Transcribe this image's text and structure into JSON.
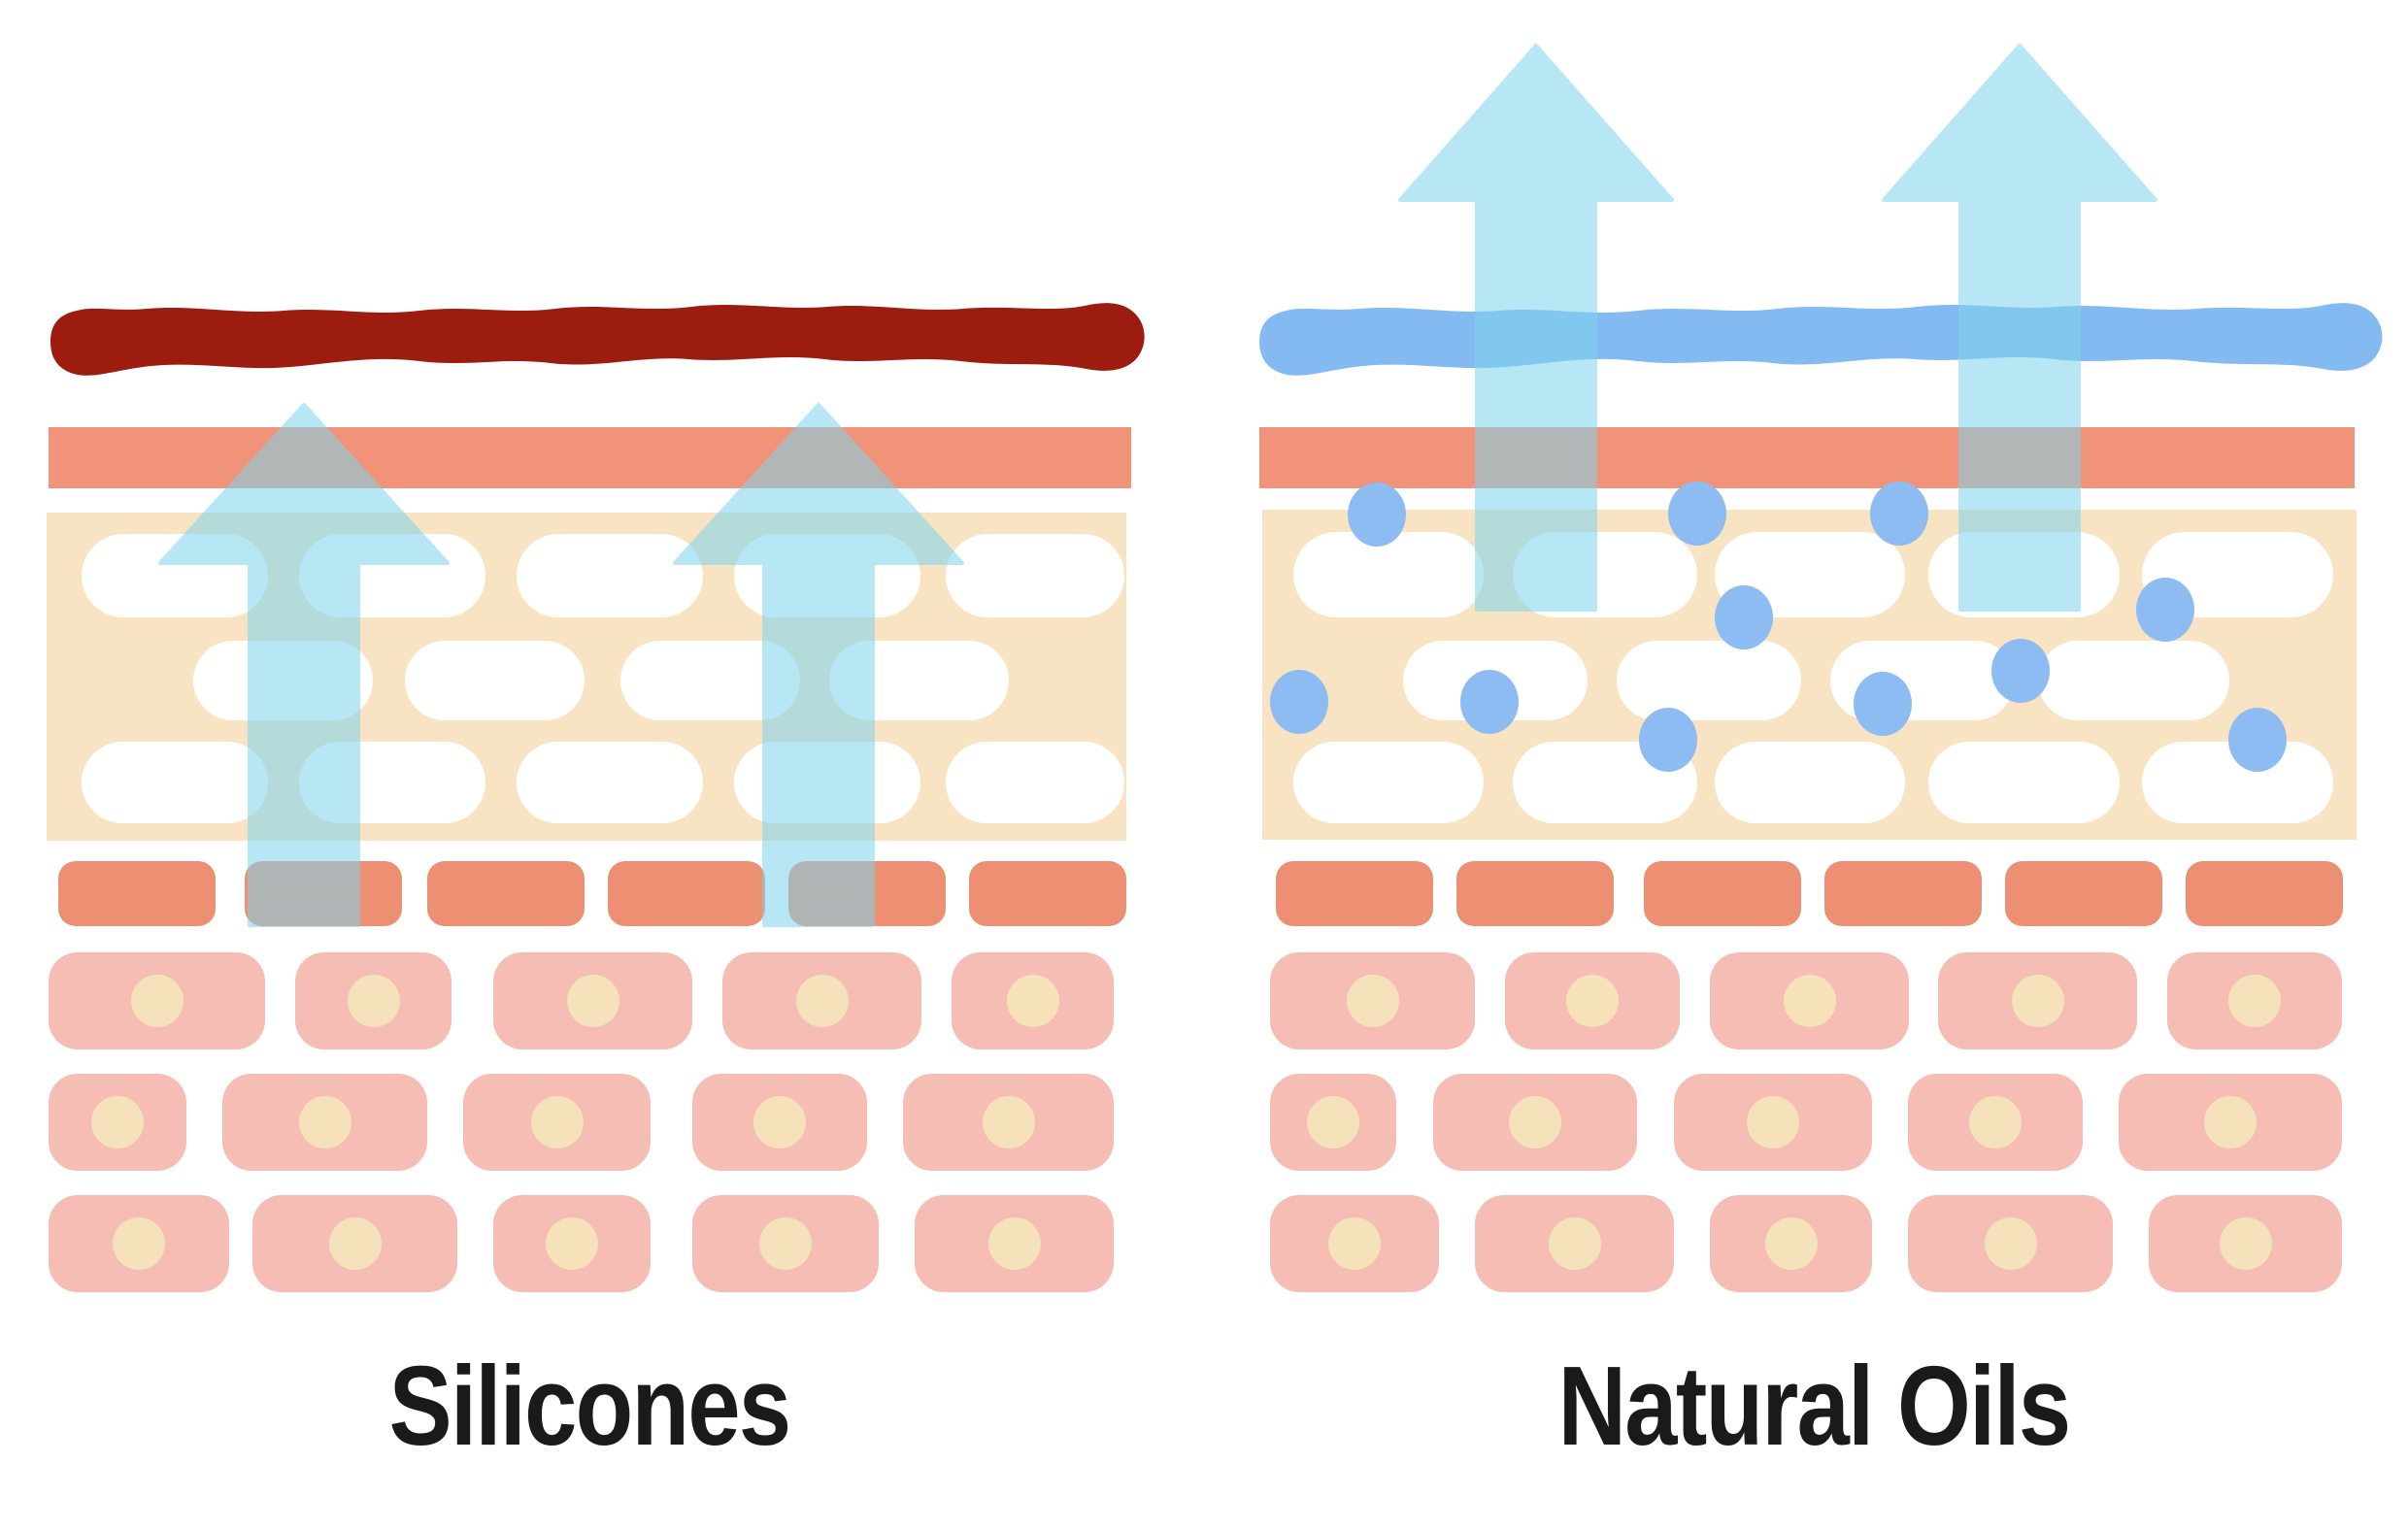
{
  "title": "Skin cross-section diagram comparing silicones and natural oils",
  "palette": {
    "background": "#FFFFFF",
    "silicone_film": "#9C1C10",
    "oil_film": "#84BAF2",
    "stratum_bar": "#F19378",
    "epidermis_block": "#F8E4C3",
    "corneocyte_white": "#FFFFFF",
    "granular_cell": "#EC8F72",
    "dermis_cell": "#F5BDB3",
    "cell_nucleus": "#F5E1BA",
    "moisture_dot": "#8CBCF2",
    "arrow_cyan": "#7ED4EC",
    "label_text": "#1A1A1A"
  },
  "panels": [
    {
      "id": "silicones",
      "label": "Silicones",
      "film": "silicone-film",
      "film_color": "#9C1C10",
      "water_vapor_arrows": 2,
      "arrows_blocked_by_film": true,
      "moisture_dot_count": 0
    },
    {
      "id": "natural-oils",
      "label": "Natural Oils",
      "film": "natural-oil-film",
      "film_color": "#84BAF2",
      "water_vapor_arrows": 2,
      "arrows_blocked_by_film": false,
      "moisture_dot_count": 11
    }
  ]
}
